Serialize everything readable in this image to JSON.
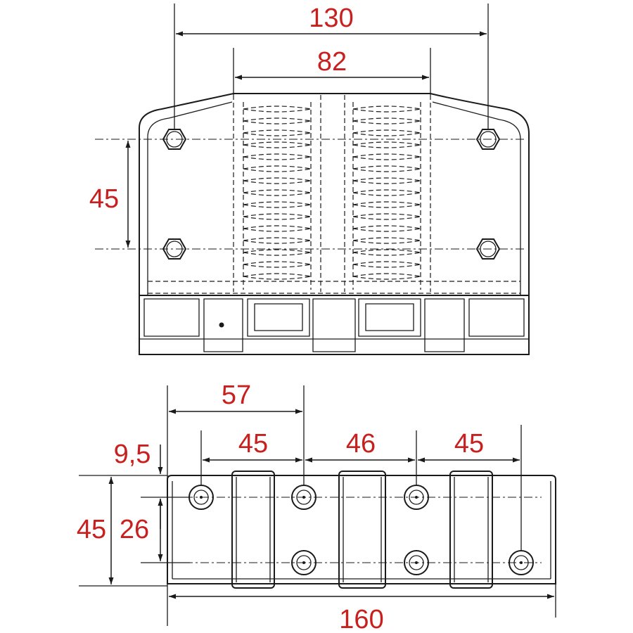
{
  "colors": {
    "dimension_text": "#c8201e",
    "lines": "#1a1a1a",
    "background": "#ffffff"
  },
  "top_view": {
    "dim_overall_hole_spacing": "130",
    "dim_spring_width": "82",
    "dim_vertical_hole_spacing": "45"
  },
  "bottom_view": {
    "dim_edge_to_second_hole": "57",
    "dim_edge_offset": "9,5",
    "dim_spacing_1": "45",
    "dim_spacing_2": "46",
    "dim_spacing_3": "45",
    "dim_total_height": "45",
    "dim_hole_row_spacing": "26",
    "dim_total_length": "160"
  }
}
